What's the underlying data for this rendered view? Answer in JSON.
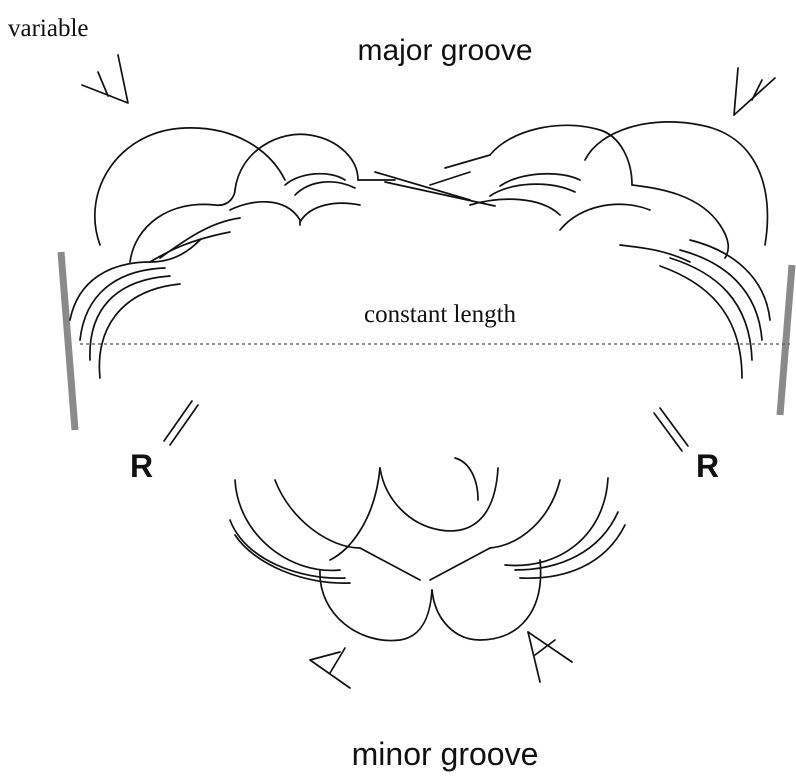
{
  "labels": {
    "variable": "variable",
    "major_groove": "major groove",
    "constant_length": "constant length",
    "r_left": "R",
    "r_right": "R",
    "minor_groove": "minor groove"
  },
  "colors": {
    "ink": "#111111",
    "wall": "#8a8a8a",
    "dotted_line": "#555555",
    "background": "#ffffff"
  }
}
